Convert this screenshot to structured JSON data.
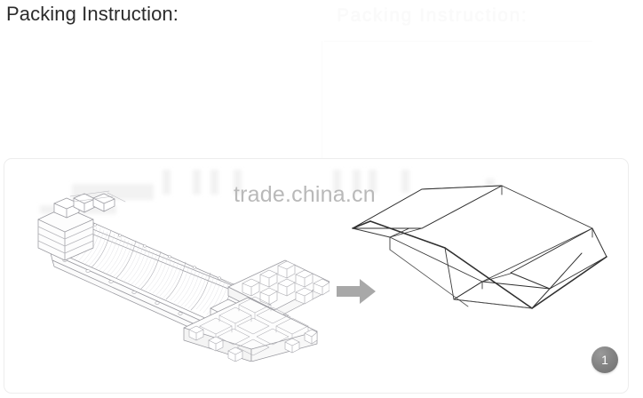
{
  "header": {
    "title": "Packing Instruction:",
    "ghost_title": "Packing  Instruction:"
  },
  "panel": {
    "watermark": "trade.china.cn",
    "arrow_icon": "arrow-right-icon",
    "step_badge": "1",
    "left_illustration": {
      "name": "product-on-foam-tray-line-drawing",
      "caption": ""
    },
    "right_illustration": {
      "name": "open-carton-box-line-drawing",
      "caption": ""
    }
  },
  "colors": {
    "title": "#2b2b2b",
    "watermark": "#b9b9b9",
    "panel_border": "#ededed",
    "arrow": "#a8a8a8",
    "badge": "#7d7d7d"
  }
}
